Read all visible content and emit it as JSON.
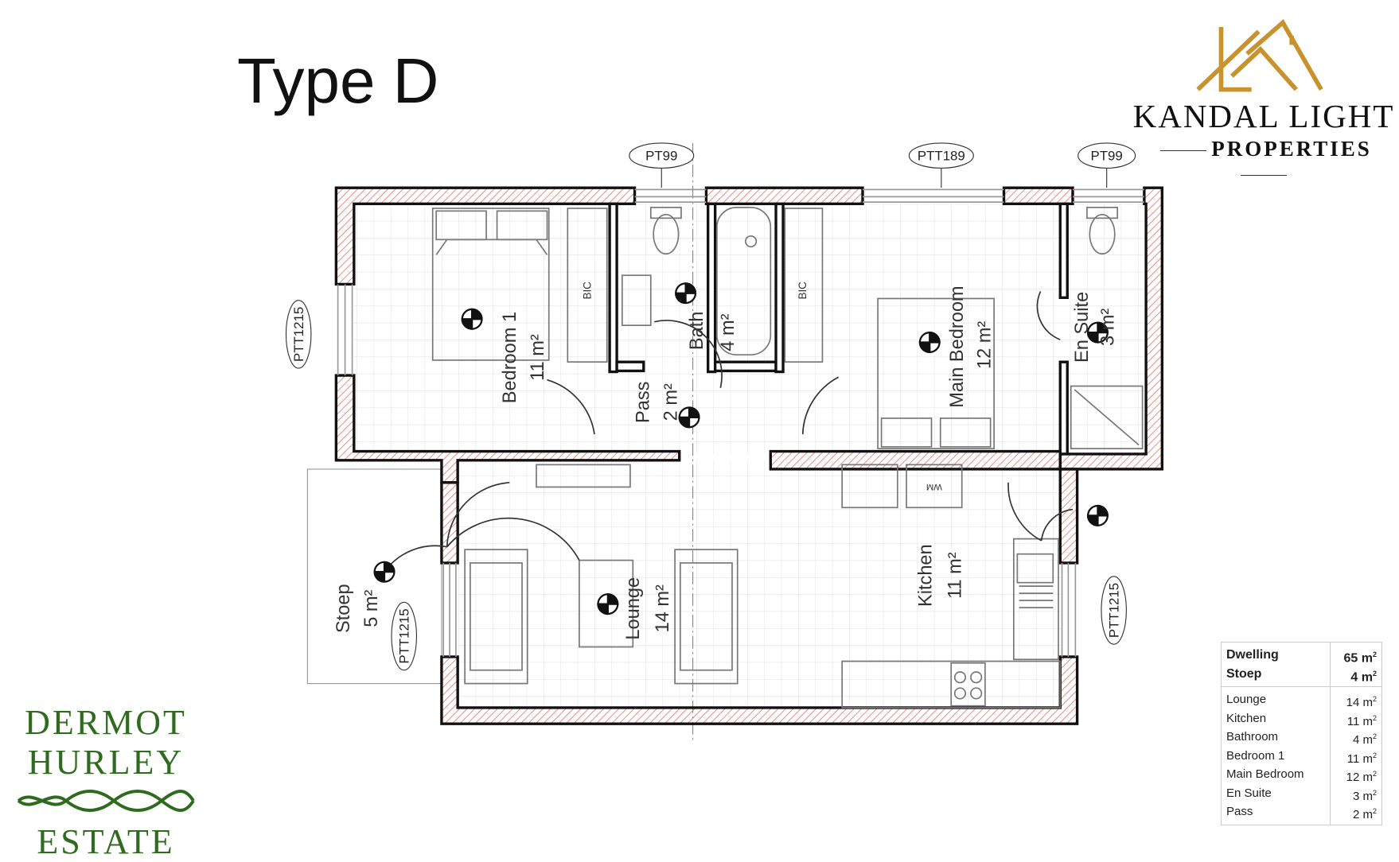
{
  "title": "Type D",
  "logo_kandal": {
    "line1": "KANDAL LIGHT",
    "line2": "PROPERTIES"
  },
  "logo_dermot": {
    "line1": "DERMOT",
    "line2": "HURLEY",
    "line3": "ESTATE"
  },
  "tags": {
    "pt99_left": "PT99",
    "ptt189": "PTT189",
    "pt99_right": "PT99",
    "ptt1215_bed": "PTT1215",
    "ptt1215_stoep": "PTT1215",
    "ptt1215_kitchen": "PTT1215"
  },
  "rooms": {
    "bedroom1": {
      "name": "Bedroom 1",
      "area": "11 m²"
    },
    "pass": {
      "name": "Pass",
      "area": "2 m²"
    },
    "bath": {
      "name": "Bath",
      "area": "4 m²"
    },
    "main_bedroom": {
      "name": "Main Bedroom",
      "area": "12 m²"
    },
    "en_suite": {
      "name": "En Suite",
      "area": "3 m²"
    },
    "stoep": {
      "name": "Stoep",
      "area": "5 m²"
    },
    "lounge": {
      "name": "Lounge",
      "area": "14 m²"
    },
    "kitchen": {
      "name": "Kitchen",
      "area": "11 m²"
    }
  },
  "fixtures": {
    "bic1": "BIC",
    "bic2": "BIC",
    "wm": "WM"
  },
  "area_table": {
    "totals": [
      {
        "label": "Dwelling",
        "value": "65 m",
        "sup": "2"
      },
      {
        "label": "Stoep",
        "value": "4 m",
        "sup": "2"
      }
    ],
    "rows": [
      {
        "label": "Lounge",
        "value": "14 m",
        "sup": "2"
      },
      {
        "label": "Kitchen",
        "value": "11 m",
        "sup": "2"
      },
      {
        "label": "Bathroom",
        "value": "4 m",
        "sup": "2"
      },
      {
        "label": "Bedroom 1",
        "value": "11 m",
        "sup": "2"
      },
      {
        "label": "Main Bedroom",
        "value": "12 m",
        "sup": "2"
      },
      {
        "label": "En Suite",
        "value": "3 m",
        "sup": "2"
      },
      {
        "label": "Pass",
        "value": "2 m",
        "sup": "2"
      }
    ]
  }
}
